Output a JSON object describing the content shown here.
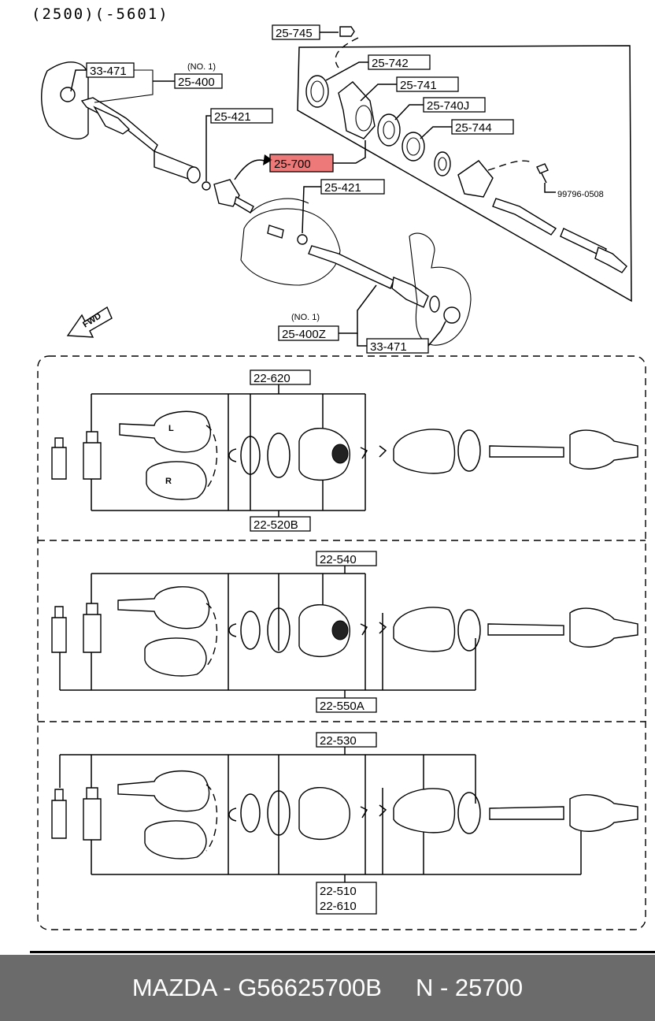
{
  "header": {
    "range": "(2500)(-5601)"
  },
  "callouts": {
    "c25745": "25-745",
    "c25742": "25-742",
    "c25741": "25-741",
    "c25740j": "25-740J",
    "c25744": "25-744",
    "c99796": "99796-0508",
    "c33471a": "33-471",
    "c25400": "25-400",
    "no1a": "(NO. 1)",
    "c25421a": "25-421",
    "c25700": "25-700",
    "c25421b": "25-421",
    "no1b": "(NO. 1)",
    "c25400z": "25-400Z",
    "c33471b": "33-471",
    "fwd": "FWD"
  },
  "kits": {
    "k1_top": "22-620",
    "k1_bottom": "22-520B",
    "k2_top": "22-540",
    "k2_bottom": "22-550A",
    "k3_top": "22-530",
    "k3_bottom_1": "22-510",
    "k3_bottom_2": "22-610",
    "mark_l": "L",
    "mark_r": "R"
  },
  "highlight_color": "#e84c4c",
  "footer": {
    "text": "MAZDA - G56625700B     N - 25700"
  }
}
